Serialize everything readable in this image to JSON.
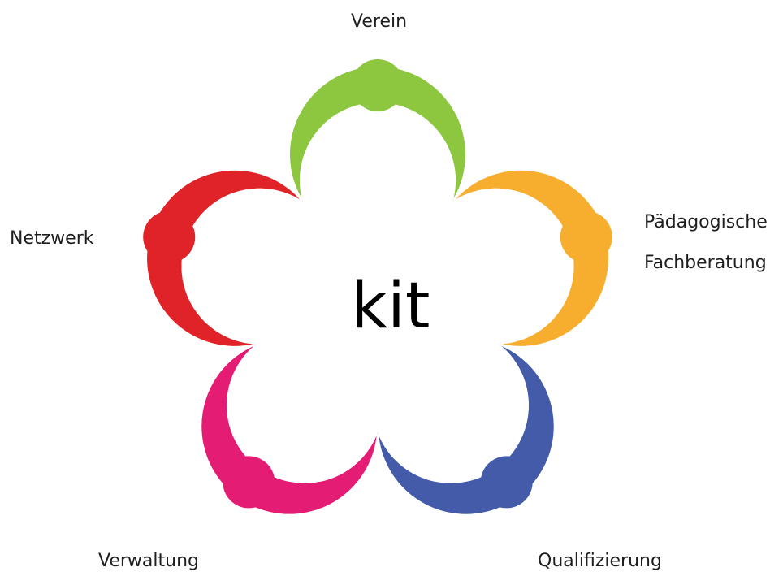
{
  "diagram": {
    "center_label": "kit",
    "figures": [
      {
        "name": "figure-verein",
        "label": "Verein",
        "color": "#8DC63F"
      },
      {
        "name": "figure-paedagogische-fachberatung",
        "label_lines": [
          "Pädagogische",
          "Fachberatung"
        ],
        "color": "#F7AE2F"
      },
      {
        "name": "figure-qualifizierung",
        "label": "Qualifizierung",
        "color": "#435BA8"
      },
      {
        "name": "figure-verwaltung",
        "label": "Verwaltung",
        "color": "#E41C73"
      },
      {
        "name": "figure-netzwerk",
        "label": "Netzwerk",
        "color": "#E02328"
      }
    ]
  }
}
